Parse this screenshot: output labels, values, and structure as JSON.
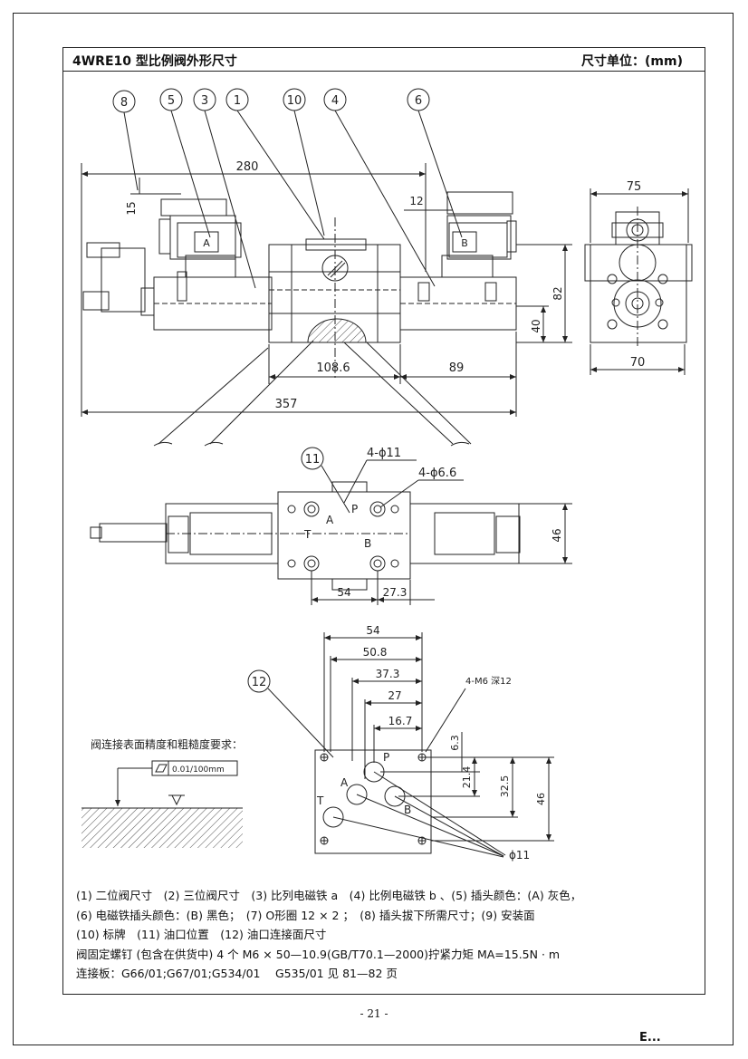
{
  "header": {
    "title": "4WRE10 型比例阀外形尺寸",
    "unit": "尺寸单位：(mm)"
  },
  "callouts": {
    "c1": "1",
    "c3": "3",
    "c4": "4",
    "c5": "5",
    "c6": "6",
    "c8": "8",
    "c10": "10",
    "c11": "11",
    "c12": "12"
  },
  "front_view": {
    "d280": "280",
    "d15": "15",
    "d12": "12",
    "d82": "82",
    "d40": "40",
    "d108_6": "108.6",
    "d89": "89",
    "d357": "357",
    "plug_a": "A",
    "plug_b": "B"
  },
  "side_view": {
    "d75": "75",
    "d70": "70"
  },
  "top_view": {
    "holes_11": "4-ϕ11",
    "holes_6_6": "4-ϕ6.6",
    "port_a": "A",
    "port_p": "P",
    "port_t": "T",
    "port_b": "B",
    "d46": "46",
    "d54": "54",
    "d27_3": "27.3"
  },
  "interface_view": {
    "d54": "54",
    "d50_8": "50.8",
    "d37_3": "37.3",
    "d27": "27",
    "d16_7": "16.7",
    "m6": "4-M6 深12",
    "d6_3": "6.3",
    "d21_4": "21.4",
    "d32_5": "32.5",
    "d46": "46",
    "port_p": "P",
    "port_a": "A",
    "port_t": "T",
    "port_b": "B",
    "phi11": "ϕ11"
  },
  "surface_req": {
    "title": "阀连接表面精度和粗糙度要求：",
    "flatness": "0.01/100mm"
  },
  "notes": [
    "(1) 二位阀尺寸　(2) 三位阀尺寸　(3) 比列电磁铁 a　(4) 比例电磁铁 b 、(5) 插头颜色：(A) 灰色，",
    "(6) 电磁铁插头颜色：(B) 黑色；　(7) O形圈 12 × 2 ；　(8) 插头拔下所需尺寸；(9) 安装面",
    "(10) 标牌　(11) 油口位置　(12) 油口连接面尺寸",
    "阀固定螺钉 (包含在供货中) 4 个 M6 × 50—10.9(GB/T70.1—2000)拧紧力矩 MA=15.5N · m",
    "连接板：G66/01;G67/01;G534/01　 G535/01 见 81—82 页"
  ],
  "page_number": "- 21 -",
  "corner_mark": "E..."
}
